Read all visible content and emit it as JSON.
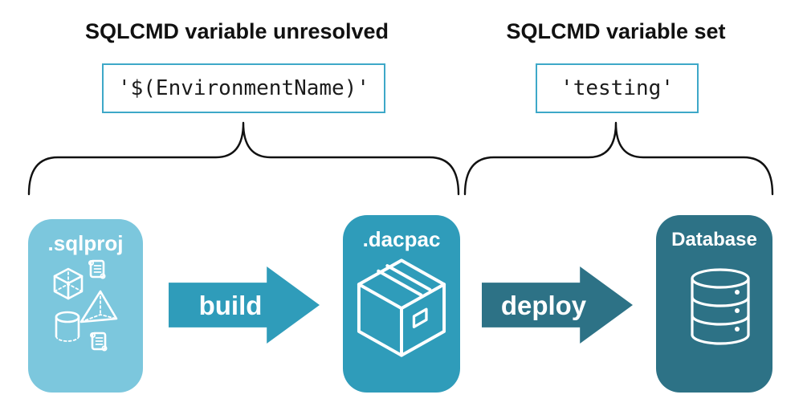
{
  "canvas": {
    "background": "#ffffff"
  },
  "colors": {
    "sqlproj_fill": "#7cc7dd",
    "dacpac_fill": "#2f9cba",
    "database_fill": "#2d7286",
    "build_arrow_fill": "#2f9cba",
    "deploy_arrow_fill": "#2d7286",
    "code_box_border": "#3ea8c8",
    "brace_stroke": "#111111",
    "heading_text": "#111111",
    "icon_stroke": "#ffffff"
  },
  "annotations": {
    "unresolved": {
      "title": "SQLCMD variable unresolved",
      "code": "'$(EnvironmentName)'"
    },
    "set": {
      "title": "SQLCMD variable set",
      "code": "'testing'"
    }
  },
  "stages": {
    "sqlproj": {
      "label": ".sqlproj",
      "icons": [
        "cube-icon",
        "script-scroll-icon",
        "pyramid-icon",
        "cylinder-icon",
        "script-scroll-icon"
      ]
    },
    "dacpac": {
      "label": ".dacpac",
      "icon": "package-box-icon"
    },
    "database": {
      "label": "Database",
      "icon": "database-cylinder-icon"
    }
  },
  "arrows": {
    "build": {
      "label": "build"
    },
    "deploy": {
      "label": "deploy"
    }
  }
}
